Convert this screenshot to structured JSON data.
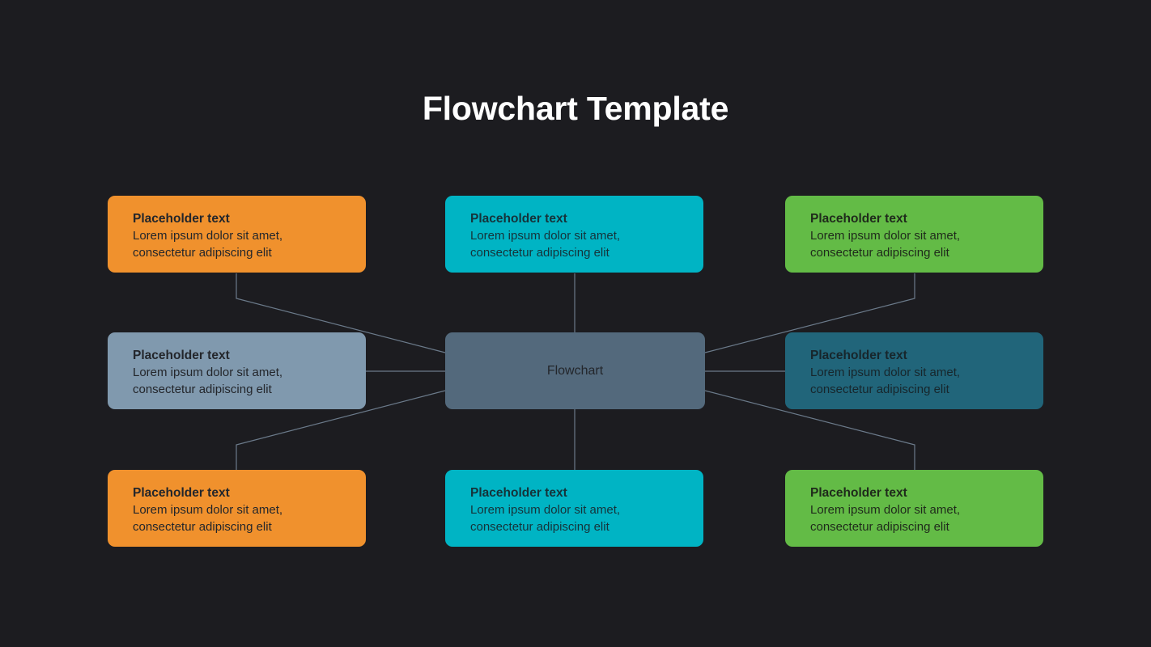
{
  "page": {
    "title": "Flowchart Template",
    "background_color": "#1c1c20",
    "title_color": "#ffffff",
    "connector_color": "#6b7a8a"
  },
  "diagram": {
    "type": "radial-flowchart",
    "center": {
      "label": "Flowchart",
      "fill": "#53697c",
      "text_color": "#23262b"
    },
    "nodes": [
      {
        "id": "top-left",
        "title": "Placeholder text",
        "body": "Lorem ipsum dolor sit amet, consectetur adipiscing elit",
        "body_line1": "Lorem ipsum dolor sit amet,",
        "body_line2": "consectetur adipiscing elit",
        "fill": "#f0912d",
        "text_color": "#23262b",
        "position": "top-left"
      },
      {
        "id": "top-center",
        "title": "Placeholder text",
        "body": "Lorem ipsum dolor sit amet, consectetur adipiscing elit",
        "body_line1": "Lorem ipsum dolor sit amet,",
        "body_line2": "consectetur adipiscing elit",
        "fill": "#00b4c4",
        "text_color": "#15333a",
        "position": "top-center"
      },
      {
        "id": "top-right",
        "title": "Placeholder text",
        "body": "Lorem ipsum dolor sit amet, consectetur adipiscing elit",
        "body_line1": "Lorem ipsum dolor sit amet,",
        "body_line2": "consectetur adipiscing elit",
        "fill": "#63bb46",
        "text_color": "#1f2a1b",
        "position": "top-right"
      },
      {
        "id": "middle-left",
        "title": "Placeholder text",
        "body": "Lorem ipsum dolor sit amet, consectetur adipiscing elit",
        "body_line1": "Lorem ipsum dolor sit amet,",
        "body_line2": "consectetur adipiscing elit",
        "fill": "#8099ae",
        "text_color": "#23262b",
        "position": "middle-left"
      },
      {
        "id": "middle-right",
        "title": "Placeholder text",
        "body": "Lorem ipsum dolor sit amet, consectetur adipiscing elit",
        "body_line1": "Lorem ipsum dolor sit amet,",
        "body_line2": "consectetur adipiscing elit",
        "fill": "#21657a",
        "text_color": "#17262c",
        "position": "middle-right"
      },
      {
        "id": "bottom-left",
        "title": "Placeholder text",
        "body": "Lorem ipsum dolor sit amet, consectetur adipiscing elit",
        "body_line1": "Lorem ipsum dolor sit amet,",
        "body_line2": "consectetur adipiscing elit",
        "fill": "#f0912d",
        "text_color": "#23262b",
        "position": "bottom-left"
      },
      {
        "id": "bottom-center",
        "title": "Placeholder text",
        "body": "Lorem ipsum dolor sit amet, consectetur adipiscing elit",
        "body_line1": "Lorem ipsum dolor sit amet,",
        "body_line2": "consectetur adipiscing elit",
        "fill": "#00b4c4",
        "text_color": "#15333a",
        "position": "bottom-center"
      },
      {
        "id": "bottom-right",
        "title": "Placeholder text",
        "body": "Lorem ipsum dolor sit amet, consectetur adipiscing elit",
        "body_line1": "Lorem ipsum dolor sit amet,",
        "body_line2": "consectetur adipiscing elit",
        "fill": "#63bb46",
        "text_color": "#1f2a1b",
        "position": "bottom-right"
      }
    ],
    "connections": [
      {
        "from": "top-left",
        "to": "center"
      },
      {
        "from": "top-center",
        "to": "center"
      },
      {
        "from": "top-right",
        "to": "center"
      },
      {
        "from": "middle-left",
        "to": "center"
      },
      {
        "from": "middle-right",
        "to": "center"
      },
      {
        "from": "bottom-left",
        "to": "center"
      },
      {
        "from": "bottom-center",
        "to": "center"
      },
      {
        "from": "bottom-right",
        "to": "center"
      }
    ]
  }
}
